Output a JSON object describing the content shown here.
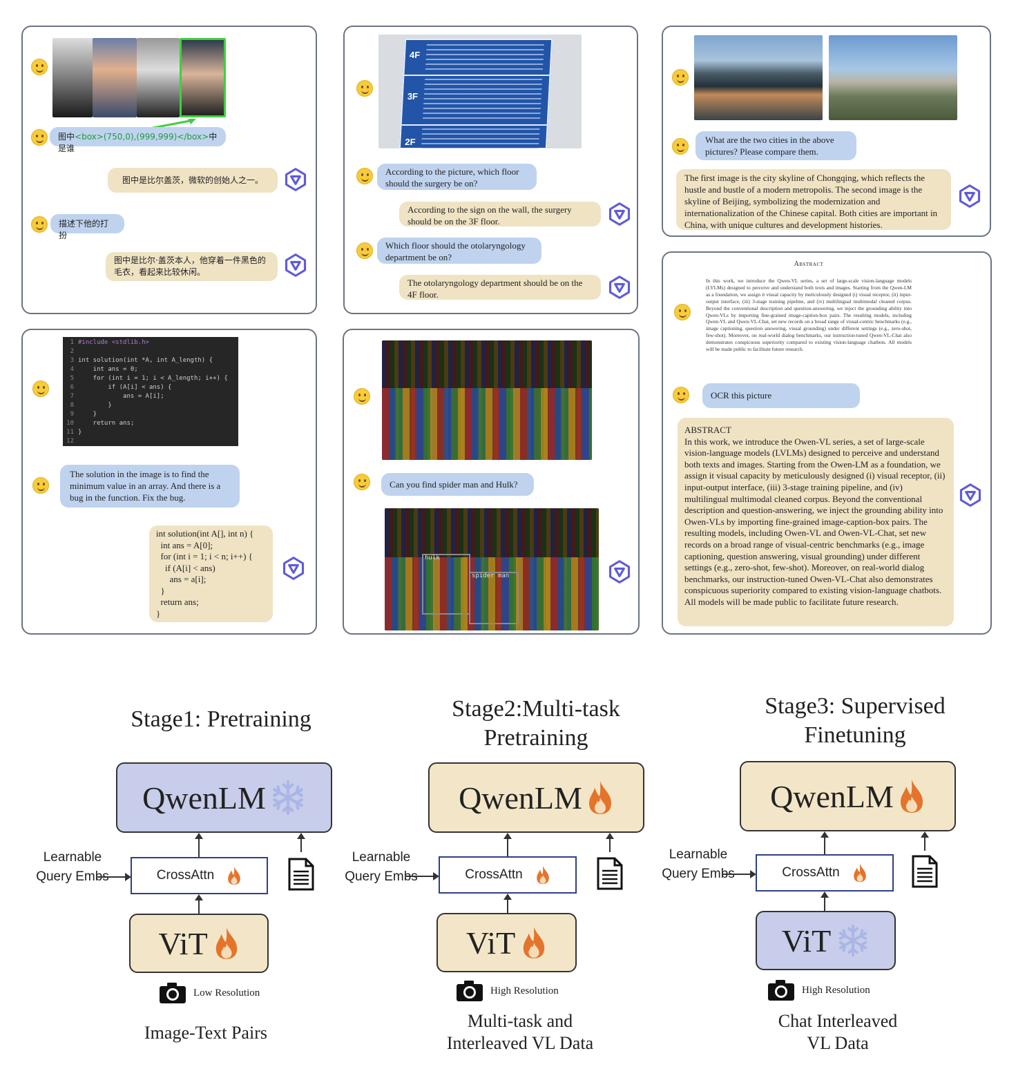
{
  "panel1": {
    "q1": "图中<box>(750,0),(999,999)</box>中是谁",
    "q1_pre": "图中",
    "q1_box": "<box>(750,0),(999,999)</box>",
    "q1_post": "中是谁",
    "a1": "图中是比尔盖茨，微软的创始人之一。",
    "q2": "描述下他的打扮",
    "a2": "图中是比尔·盖茨本人，他穿着一件黑色的毛衣，看起来比较休闲。"
  },
  "panel2": {
    "sign": {
      "f4": "4F",
      "f3": "3F",
      "f2": "2F"
    },
    "q1": "According to the picture, which floor should the surgery be on?",
    "a1": "According to the sign on the wall, the surgery should be on the 3F floor.",
    "q2": "Which floor should the otolaryngology department be on?",
    "a2": "The otolaryngology department should be on the 4F floor."
  },
  "panel3": {
    "q1": "What are the two cities in the above pictures? Please compare them.",
    "a1": "The first image is the city skyline of Chongqing, which reflects the hustle and bustle of a modern metropolis. The second image is the skyline of Beijing, symbolizing the modernization and internationalization of the Chinese capital. Both cities are important in China, with unique cultures and development histories."
  },
  "panel4": {
    "code_lines": [
      "#include <stdlib.h>",
      "",
      "int solution(int *A, int A_length) {",
      "    int ans = 0;",
      "    for (int i = 1; i < A_length; i++) {",
      "        if (A[i] < ans) {",
      "            ans = A[i];",
      "        }",
      "    }",
      "    return ans;",
      "}",
      ""
    ],
    "q1": "The solution in the image is to find the minimum value in an array. And there is a bug in the function. Fix the bug.",
    "a1_lines": [
      "int solution(int A[], int n) {",
      "  int ans = A[0];",
      "  for (int i = 1; i < n; i++) {",
      "    if (A[i] < ans)",
      "      ans = a[i];",
      "  }",
      "  return ans;",
      "}"
    ]
  },
  "panel5": {
    "q1": "Can you find spider man and Hulk?",
    "tag_hulk": "hulk",
    "tag_spider": "spider man"
  },
  "panel6": {
    "abstract_heading": "Abstract",
    "abstract_small": "In this work, we introduce the Qwen-VL series, a set of large-scale vision-language models (LVLMs) designed to perceive and understand both texts and images. Starting from the Qwen-LM as a foundation, we assign it visual capacity by meticulously designed (i) visual receptor, (ii) input-output interface, (iii) 3-stage training pipeline, and (iv) multilingual multimodal cleaned corpus. Beyond the conventional description and question-answering, we inject the grounding ability into Qwen-VLs by importing fine-grained image-caption-box pairs. The resulting models, including Qwen-VL and Qwen-VL-Chat, set new records on a broad range of visual-centric benchmarks (e.g., image captioning, question answering, visual grounding) under different settings (e.g., zero-shot, few-shot). Moreover, on real-world dialog benchmarks, our instruction-tuned Qwen-VL-Chat also demonstrates conspicuous superiority compared to existing vision-language chatbots. All models will be made public to facilitate future research.",
    "q1": "OCR this picture",
    "a1_title": "ABSTRACT",
    "a1": "In this work, we introduce the Owen-VL series, a set of large-scale vision-language models (LVLMs) designed to perceive and understand both texts and images. Starting from the Owen-LM as a foundation, we assign it visual capacity by meticulously designed (i) visual receptor, (ii) input-output interface, (iii) 3-stage training pipeline, and (iv) multilingual multimodal cleaned corpus. Beyond the conventional description and question-answering, we inject the grounding ability into Owen-VLs by importing fine-grained image-caption-box pairs. The resulting models, including Owen-VL and Owen-VL-Chat, set new records on a broad range of visual-centric benchmarks (e.g., image captioning, question answering, visual grounding) under different settings (e.g., zero-shot, few-shot). Moreover, on real-world dialog benchmarks, our instruction-tuned Owen-VL-Chat also demonstrates conspicuous superiority compared to existing vision-language chatbots. All models will be made public to facilitate future research."
  },
  "stages": [
    {
      "title": "Stage1: Pretraining",
      "lm": "QwenLM",
      "lm_state": "frozen",
      "cross": "CrossAttn",
      "vit": "ViT",
      "vit_state": "trainable",
      "lq": "Learnable Query Embs",
      "resolution": "Low Resolution",
      "data": "Image-Text Pairs"
    },
    {
      "title": "Stage2:Multi-task Pretraining",
      "lm": "QwenLM",
      "lm_state": "trainable",
      "cross": "CrossAttn",
      "vit": "ViT",
      "vit_state": "trainable",
      "lq": "Learnable Query Embs",
      "resolution": "High Resolution",
      "data": "Multi-task and Interleaved VL Data"
    },
    {
      "title": "Stage3: Supervised Finetuning",
      "lm": "QwenLM",
      "lm_state": "trainable",
      "cross": "CrossAttn",
      "vit": "ViT",
      "vit_state": "frozen",
      "lq": "Learnable Query Embs",
      "resolution": "High Resolution",
      "data": "Chat Interleaved VL Data"
    }
  ],
  "colors": {
    "frozen_fill": "#c7cdea",
    "trainable_fill": "#f3e6c8",
    "user_bubble": "#bfd3ef",
    "bot_bubble": "#efe3c4",
    "flame": "#e4742c",
    "snow": "#a9b6e6",
    "cross_border": "#2f3f86"
  }
}
